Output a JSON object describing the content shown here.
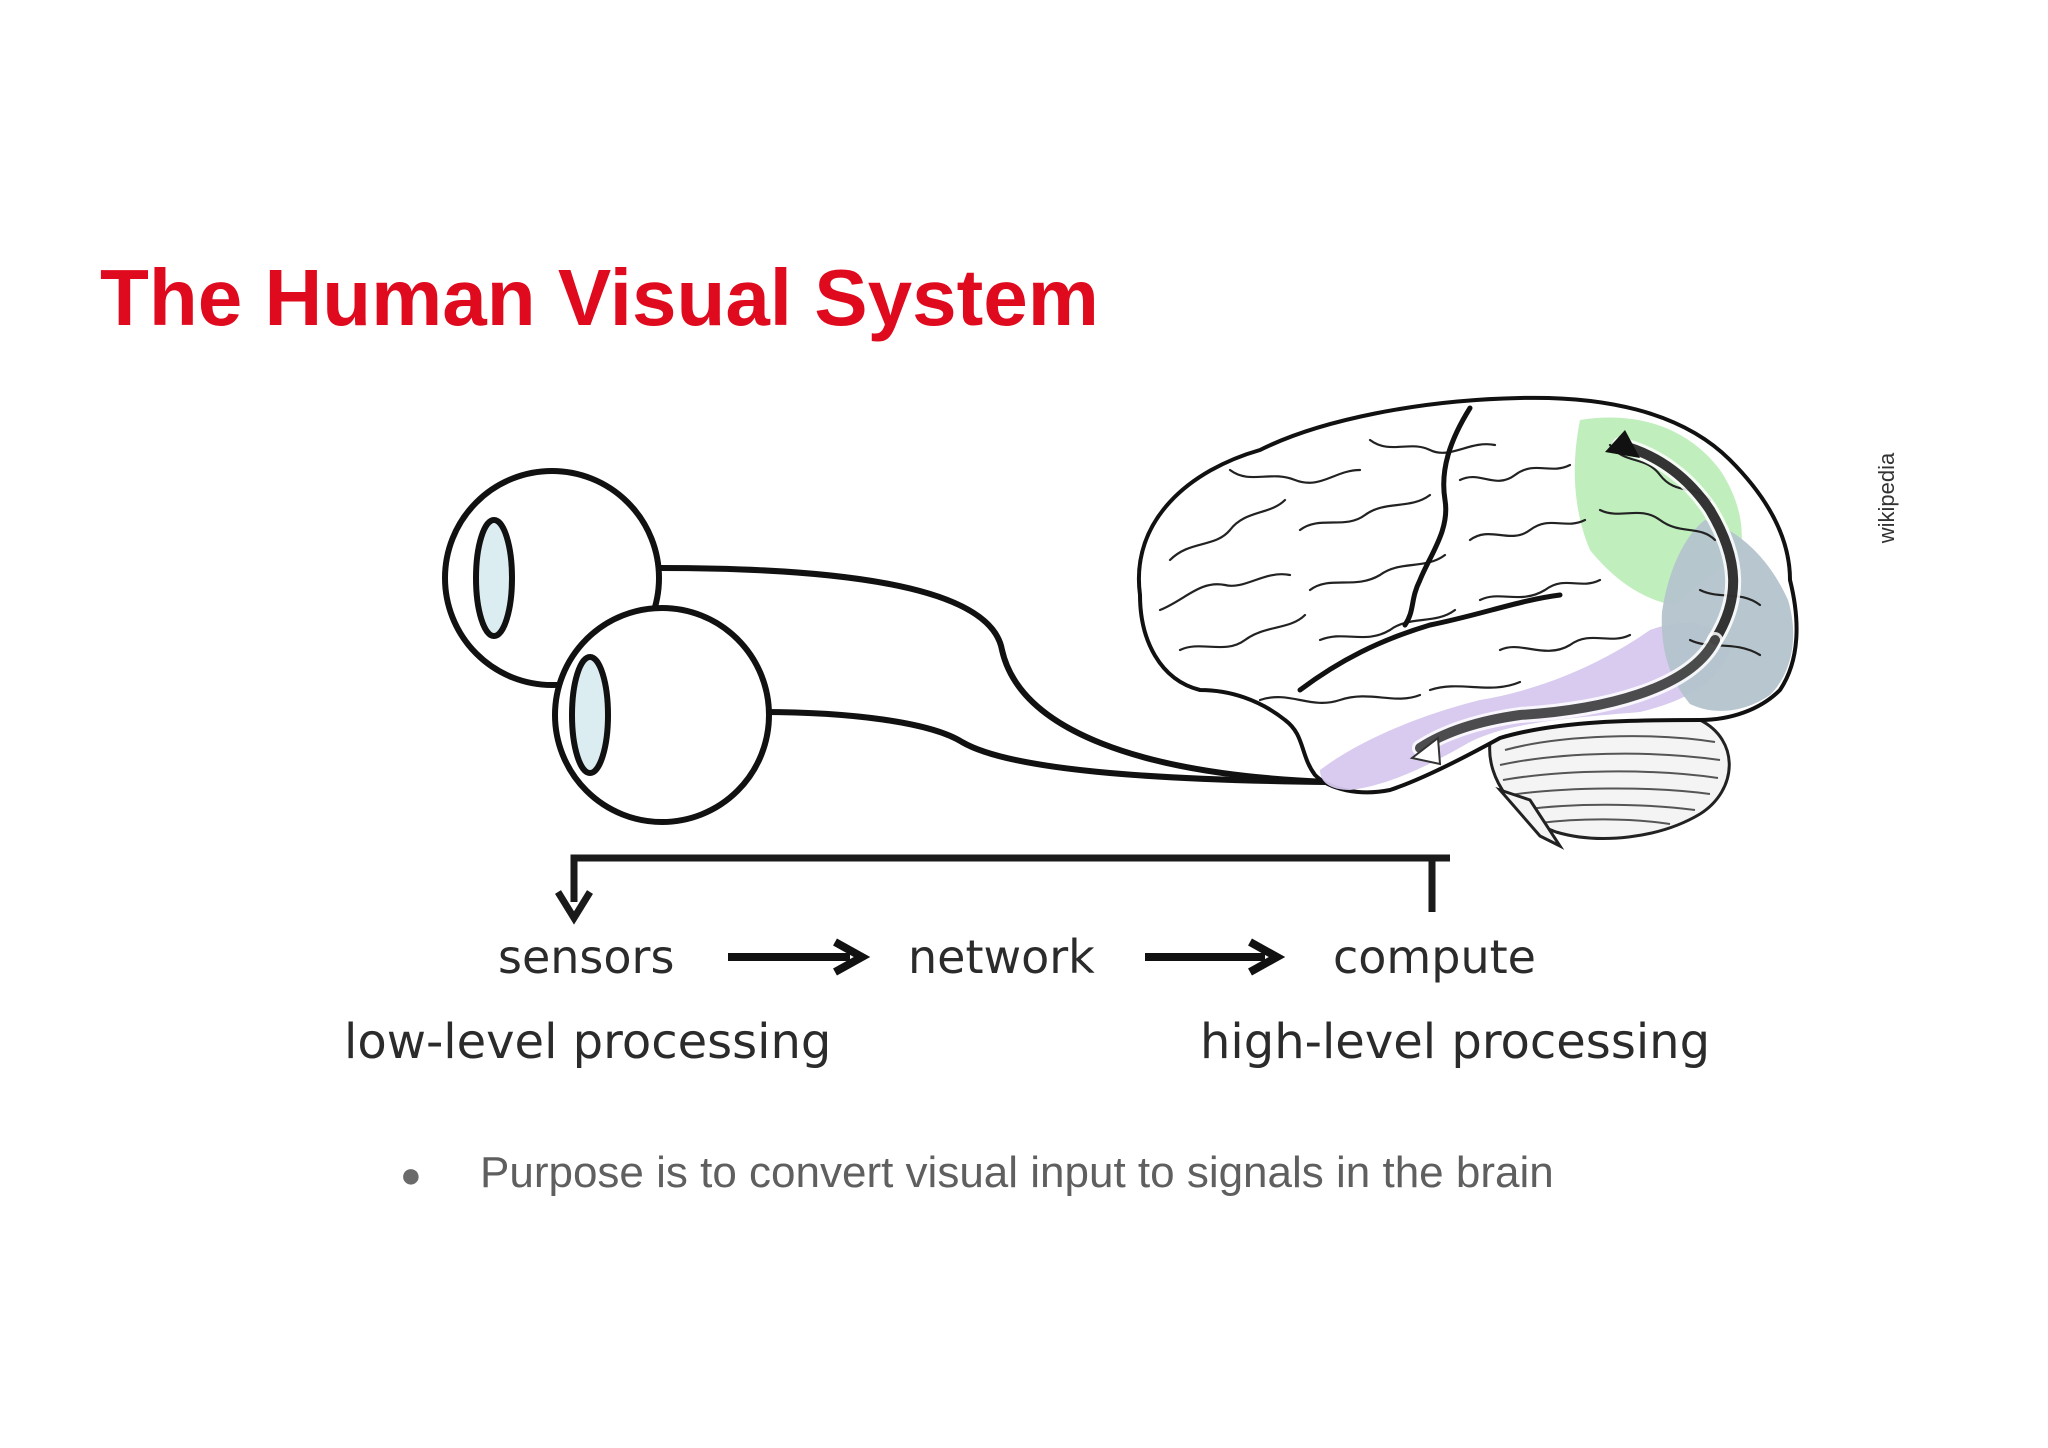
{
  "slide": {
    "title": "The Human Visual System",
    "title_color": "#e00a1e",
    "credit": "wikipedia",
    "pipeline": {
      "stages": [
        "sensors",
        "network",
        "compute"
      ],
      "levels": [
        "low-level processing",
        "high-level processing"
      ]
    },
    "bullets": [
      {
        "marker": "●",
        "text": "Purpose is to convert visual input to signals in the brain"
      }
    ],
    "region_colors": {
      "parietal_green": "#b9ecb6",
      "temporal_purple": "#d6c8ee",
      "occipital_blue": "#b4c3cc"
    },
    "icons": [
      "eye-icon",
      "eye-icon",
      "brain-icon",
      "arrow-right-icon",
      "arrow-down-icon"
    ]
  }
}
